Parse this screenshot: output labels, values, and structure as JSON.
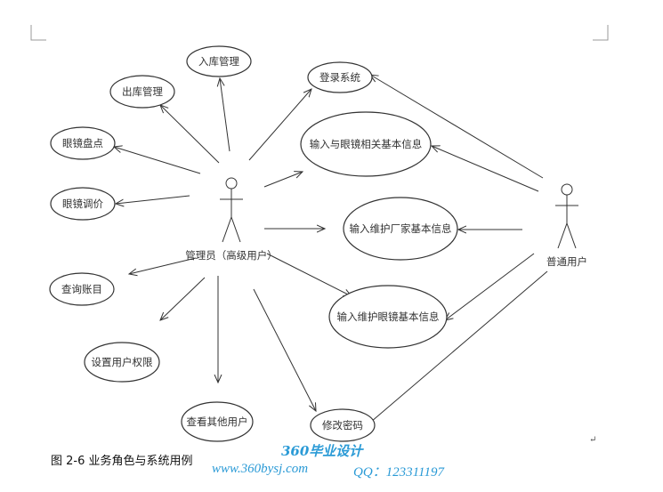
{
  "title": "图 2-6 业务角色与系统用例",
  "caption": "图 2-6   业务角色与系统用例",
  "actors": {
    "admin": "管理员（高级用户）",
    "user": "普通用户"
  },
  "use_cases": [
    "入库管理",
    "出库管理",
    "登录系统",
    "眼镜盘点",
    "输入与眼镜相关基本信息",
    "眼镜调价",
    "输入维护厂家基本信息",
    "查询账目",
    "输入维护眼镜基本信息",
    "设置用户权限",
    "查看其他用户",
    "修改密码"
  ],
  "watermark": {
    "brand": "360毕业设计",
    "site": "www.360bysj.com",
    "qq": "QQ：123311197"
  }
}
